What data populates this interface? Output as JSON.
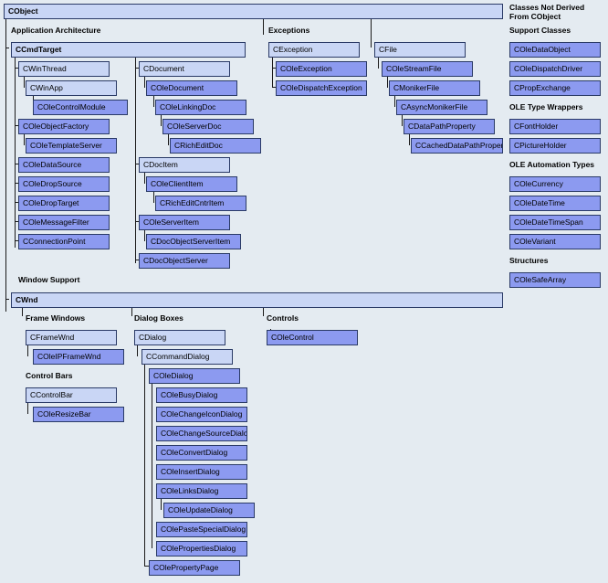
{
  "headings": {
    "app_arch": "Application Architecture",
    "exceptions": "Exceptions",
    "window_support": "Window Support",
    "frame_windows": "Frame Windows",
    "dialog_boxes": "Dialog Boxes",
    "controls": "Controls",
    "control_bars": "Control Bars",
    "not_derived_1": "Classes Not Derived",
    "not_derived_2": "From CObject",
    "support": "Support Classes",
    "ole_type": "OLE Type Wrappers",
    "ole_auto": "OLE Automation Types",
    "structures": "Structures"
  },
  "classes": {
    "cobject": "CObject",
    "ccmdtarget": "CCmdTarget",
    "cwinthread": "CWinThread",
    "cwinapp": "CWinApp",
    "colecontrolmodule": "COleControlModule",
    "coleobjectfactory": "COleObjectFactory",
    "coletemplateserver": "COleTemplateServer",
    "coledatasource": "COleDataSource",
    "coledropsource": "COleDropSource",
    "coledroptarget": "COleDropTarget",
    "colemessagefilter": "COleMessageFilter",
    "cconnectionpoint": "CConnectionPoint",
    "cdocument": "CDocument",
    "coledocument": "COleDocument",
    "colelinkingdoc": "COleLinkingDoc",
    "coleserverdoc": "COleServerDoc",
    "crichcditdoc": "CRichEditDoc",
    "cdocitem": "CDocItem",
    "coleclientitem": "COleClientItem",
    "crichcditcntritem": "CRichEditCntrItem",
    "coleserveritem": "COleServerItem",
    "cdocobjectserveritem": "CDocObjectServerItem",
    "cdocobjectserver": "CDocObjectServer",
    "cexception": "CException",
    "coleexception": "COleException",
    "coledispatchexception": "COleDispatchException",
    "cfile": "CFile",
    "colestreamfile": "COleStreamFile",
    "cmonikerfile": "CMonikerFile",
    "casyncmonikerfile": "CAsyncMonikerFile",
    "cdatapathproperty": "CDataPathProperty",
    "ccacheddatapathproperty": "CCachedDataPathProperty",
    "cwnd": "CWnd",
    "cframewnd": "CFrameWnd",
    "coleipframewnd": "COleIPFrameWnd",
    "ccontrolbar": "CControlBar",
    "coleresizebar": "COleResizeBar",
    "cdialog": "CDialog",
    "ccommanddialog": "CCommandDialog",
    "coledialog": "COleDialog",
    "colebusydialog": "COleBusyDialog",
    "colechangeicondialog": "COleChangeIconDialog",
    "colechangesourcedialog": "COleChangeSourceDialog",
    "coleconvertdialog": "COleConvertDialog",
    "coleinsertdialog": "COleInsertDialog",
    "colelinksdialog": "COleLinksDialog",
    "coleupdatedialog": "COleUpdateDialog",
    "colepastespecialdialog": "COlePasteSpecialDialog",
    "colepropertiesdialog": "COlePropertiesDialog",
    "colepropertypage": "COlePropertyPage",
    "colecontrol": "COleControl",
    "coledataobject": "COleDataObject",
    "coledispatchdriver": "COleDispatchDriver",
    "cpropexchange": "CPropExchange",
    "cfontholder": "CFontHolder",
    "cpictureholder": "CPictureHolder",
    "colecurrency": "COleCurrency",
    "coledatetime": "COleDateTime",
    "coledatetimespan": "COleDateTimeSpan",
    "colevariant": "COleVariant",
    "colesafearray": "COleSafeArray"
  },
  "colors": {
    "background": "#e4ebf1",
    "mfc_class": "#c9d6f5",
    "ole_class": "#8c9af0",
    "border": "#2a3a66"
  }
}
